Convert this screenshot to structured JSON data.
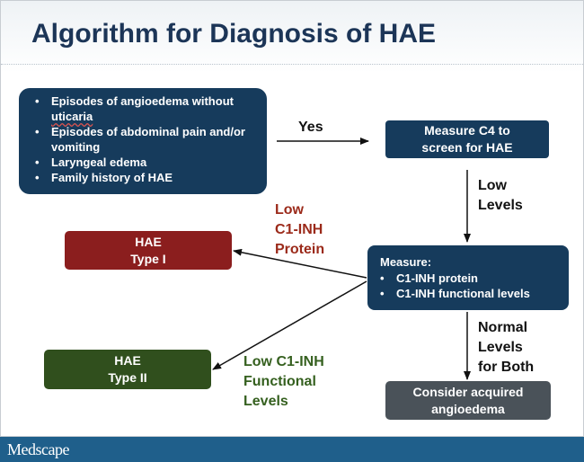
{
  "title": "Algorithm for Diagnosis of HAE",
  "symptoms": {
    "items": [
      {
        "text_a": "Episodes of angioedema without ",
        "text_b": "uticaria"
      },
      {
        "text_a": "Episodes of abdominal pain and/or vomiting",
        "text_b": ""
      },
      {
        "text_a": "Laryngeal edema",
        "text_b": ""
      },
      {
        "text_a": "Family history of HAE",
        "text_b": ""
      }
    ]
  },
  "measure_c4": {
    "line1": "Measure C4 to",
    "line2": "screen for HAE"
  },
  "measure": {
    "heading": "Measure:",
    "items": [
      "C1-INH protein",
      "C1-INH functional levels"
    ]
  },
  "hae_type1": {
    "line1": "HAE",
    "line2": "Type I"
  },
  "hae_type2": {
    "line1": "HAE",
    "line2": "Type II"
  },
  "acquired": {
    "line1": "Consider acquired",
    "line2": "angioedema"
  },
  "labels": {
    "yes": "Yes",
    "low_levels": {
      "line1": "Low",
      "line2": "Levels"
    },
    "low_protein": {
      "line1": "Low",
      "line2": "C1-INH",
      "line3": "Protein"
    },
    "low_functional": {
      "line1": "Low  C1-INH",
      "line2": "Functional",
      "line3": "Levels"
    },
    "normal_both": {
      "line1": "Normal",
      "line2": "Levels",
      "line3": "for Both"
    }
  },
  "footer": {
    "logo": "Medscape"
  },
  "colors": {
    "navy": "#163b5c",
    "dark_red": "#8b1e1e",
    "dark_green": "#304f1d",
    "gray": "#4a5259",
    "footer_blue": "#1f5f8b"
  }
}
